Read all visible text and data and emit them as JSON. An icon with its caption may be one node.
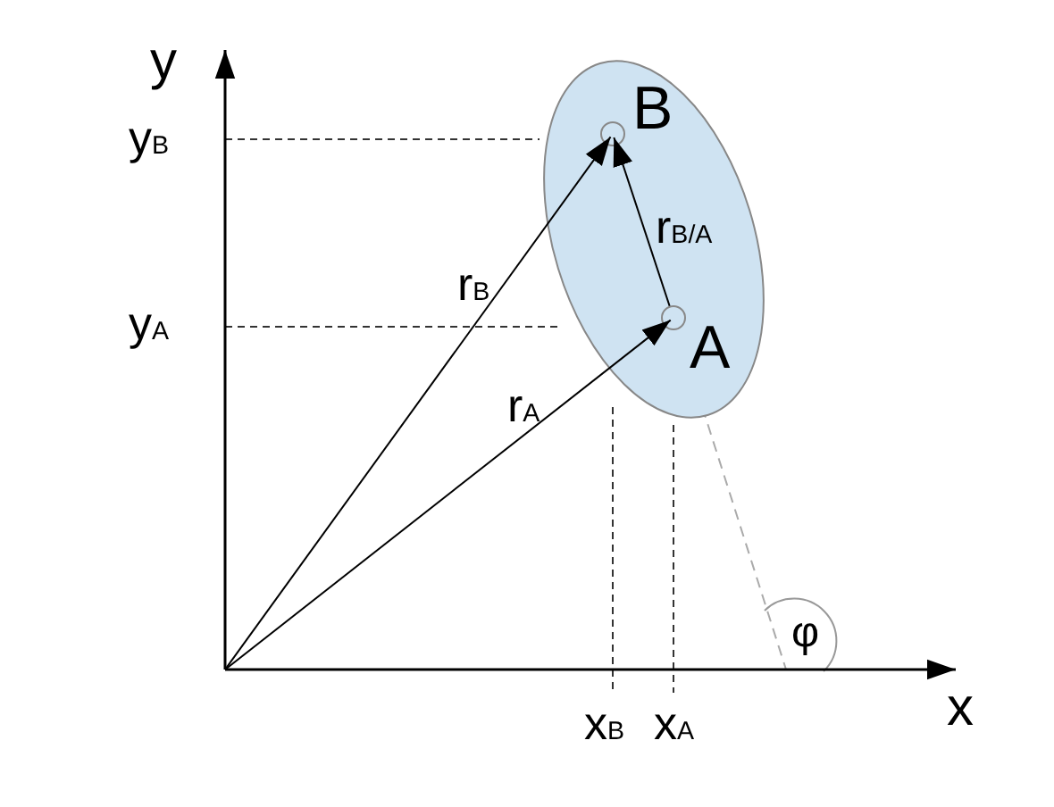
{
  "diagram": {
    "nodes": [
      {
        "text": [],
        "shape": "ellipse"
      },
      {
        "text": [],
        "shape": "circle",
        "in": 0,
        "beside": [
          "B"
        ]
      },
      {
        "text": [],
        "shape": "circle",
        "in": 0,
        "beside": [
          "A"
        ]
      }
    ],
    "edges": [
      {
        "from": null,
        "to": 1,
        "arrow": "to",
        "label": "r$_{B}$"
      },
      {
        "from": null,
        "to": 2,
        "arrow": "to",
        "label": "r$_{A}$"
      },
      {
        "from": 2,
        "to": 1,
        "arrow": "to",
        "label": "r$_{B/A}$"
      }
    ],
    "labels": [
      "y",
      "y$_{B}$",
      "y$_{A}$",
      "φ",
      "x$_{B}$",
      "x$_{A}$",
      "x"
    ]
  }
}
